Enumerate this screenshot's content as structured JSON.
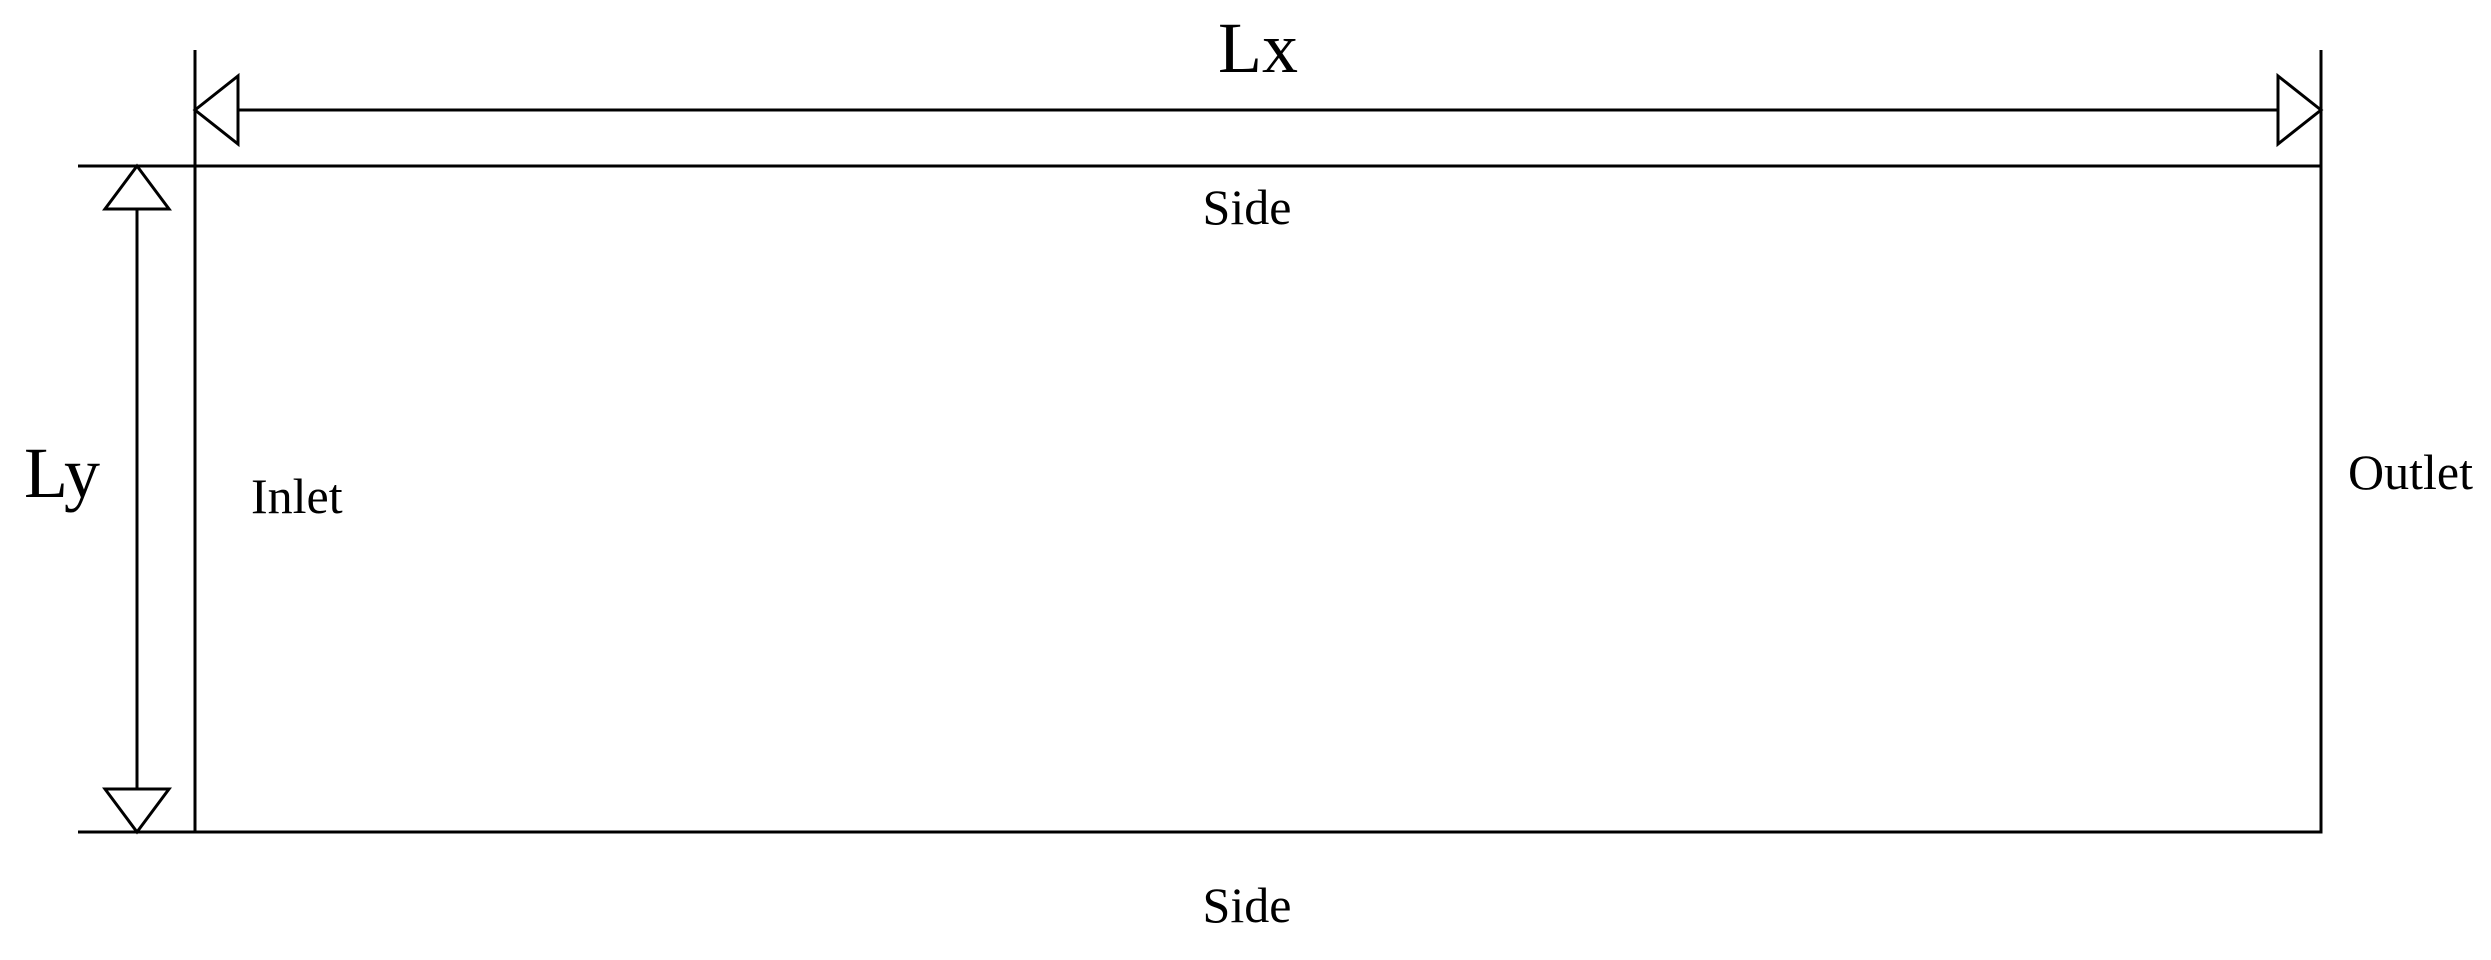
{
  "dimensions": {
    "length_label": "Lx",
    "height_label": "Ly"
  },
  "boundaries": {
    "top": "Side",
    "bottom": "Side",
    "left": "Inlet",
    "right": "Outlet"
  },
  "colors": {
    "line": "#000000",
    "background": "#ffffff"
  }
}
